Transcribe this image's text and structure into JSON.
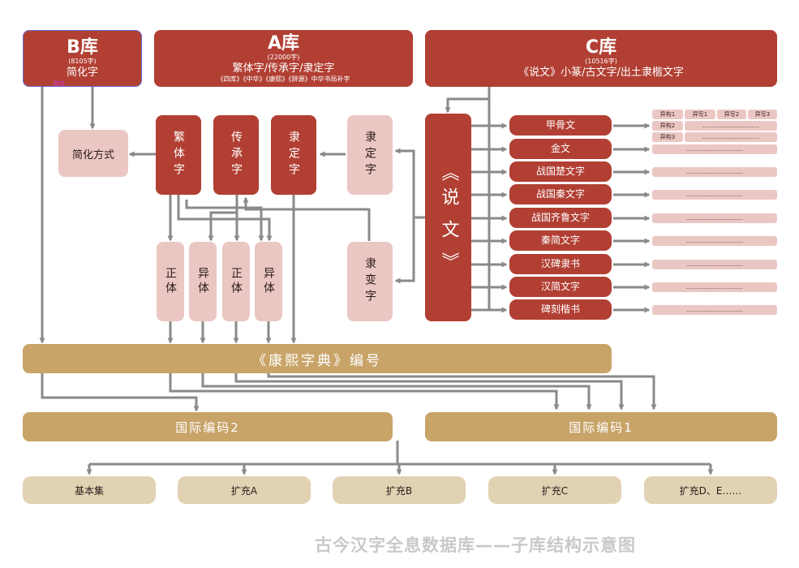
{
  "b_lib": {
    "title": "B库",
    "count": "(8105字)",
    "desc": "简化字",
    "tag": "路径"
  },
  "a_lib": {
    "title": "A库",
    "count": "(22000字)",
    "desc": "繁体字/传承字/隶定字",
    "sub": "《四库》《中华》《康熙》《辞源》中华书局补字"
  },
  "c_lib": {
    "title": "C库",
    "count": "(10516字)",
    "desc": "《说文》小篆/古文字/出土隶楷文字"
  },
  "simplify_box": "简化方式",
  "a_columns": [
    "繁体字",
    "传承字",
    "隶定字"
  ],
  "lidingzi_box": "隶定字",
  "libianzi_box": "隶变字",
  "variant_boxes": [
    "正体",
    "异体",
    "正体",
    "异体"
  ],
  "shuowen": {
    "open": "《",
    "text": "说文",
    "close": "》"
  },
  "c_items": [
    "甲骨文",
    "金文",
    "战国楚文字",
    "战国秦文字",
    "战国齐鲁文字",
    "秦简文字",
    "汉碑隶书",
    "汉简文字",
    "碑刻楷书"
  ],
  "variant_header": [
    "异构1",
    "异写1",
    "异写2",
    "异写3"
  ],
  "variant_rows": [
    "异构2",
    "异构3"
  ],
  "dots": "…………………………",
  "kangxi_bar": "《康熙字典》编号",
  "intl_2": "国际编码2",
  "intl_1": "国际编码1",
  "sets": [
    "基本集",
    "扩充A",
    "扩充B",
    "扩充C",
    "扩充D、E……"
  ],
  "footer": "古今汉字全息数据库——子库结构示意图",
  "colors": {
    "red": "#b23f33",
    "pink": "#ebc7c3",
    "gold": "#c8a469",
    "beige": "#e1d2b3",
    "line": "#8a8a8a"
  }
}
